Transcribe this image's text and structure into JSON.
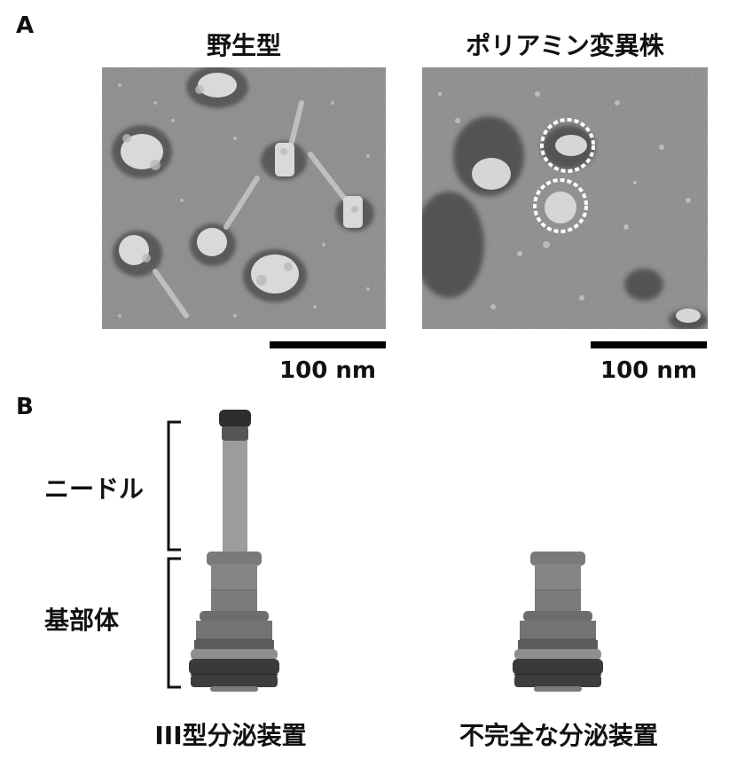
{
  "panel_a": {
    "label": "A",
    "left_title": "野生型",
    "right_title": "ポリアミン変異株",
    "left_scale": "100 nm",
    "right_scale": "100 nm"
  },
  "panel_b": {
    "label": "B",
    "needle_label": "ニードル",
    "base_label": "基部体",
    "left_caption": "III型分泌装置",
    "right_caption": "不完全な分泌装置"
  },
  "colors": {
    "micrograph_bg": "#8e8e8e",
    "needle_tip": "#2f2f2f",
    "needle_shaft": "#9a9a9a",
    "base_light": "#7d7d7d",
    "base_dark": "#3a3a3a",
    "highlight_circle": "#ffffff"
  }
}
